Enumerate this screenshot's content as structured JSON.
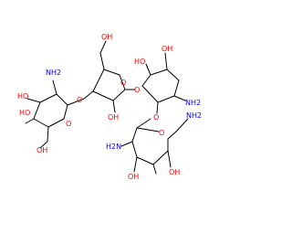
{
  "molecule": {
    "colors": {
      "bond": "#000000",
      "oxygen": "#ff0000",
      "nitrogen": "#0000ff",
      "background": "#ffffff"
    },
    "labels": {
      "nh2_left": "NH2",
      "nh2_center": "NH2",
      "nh2_bottom_left": "H2N",
      "nh2_bottom_right": "NH2",
      "ho_left_upper": "HO",
      "ho_left_mid": "HO",
      "oh_left_bottom": "OH",
      "o_ring_left": "O",
      "o_link_left": "O",
      "oh_top": "OH",
      "o_ring_top": "O",
      "oh_mid": "OH",
      "o_link_mid": "O",
      "ho_right": "HO",
      "oh_right_top": "OH",
      "o_link_bottom": "O",
      "o_ring_bottom": "O",
      "oh_bottom_left": "OH",
      "oh_bottom_right": "OH"
    }
  }
}
